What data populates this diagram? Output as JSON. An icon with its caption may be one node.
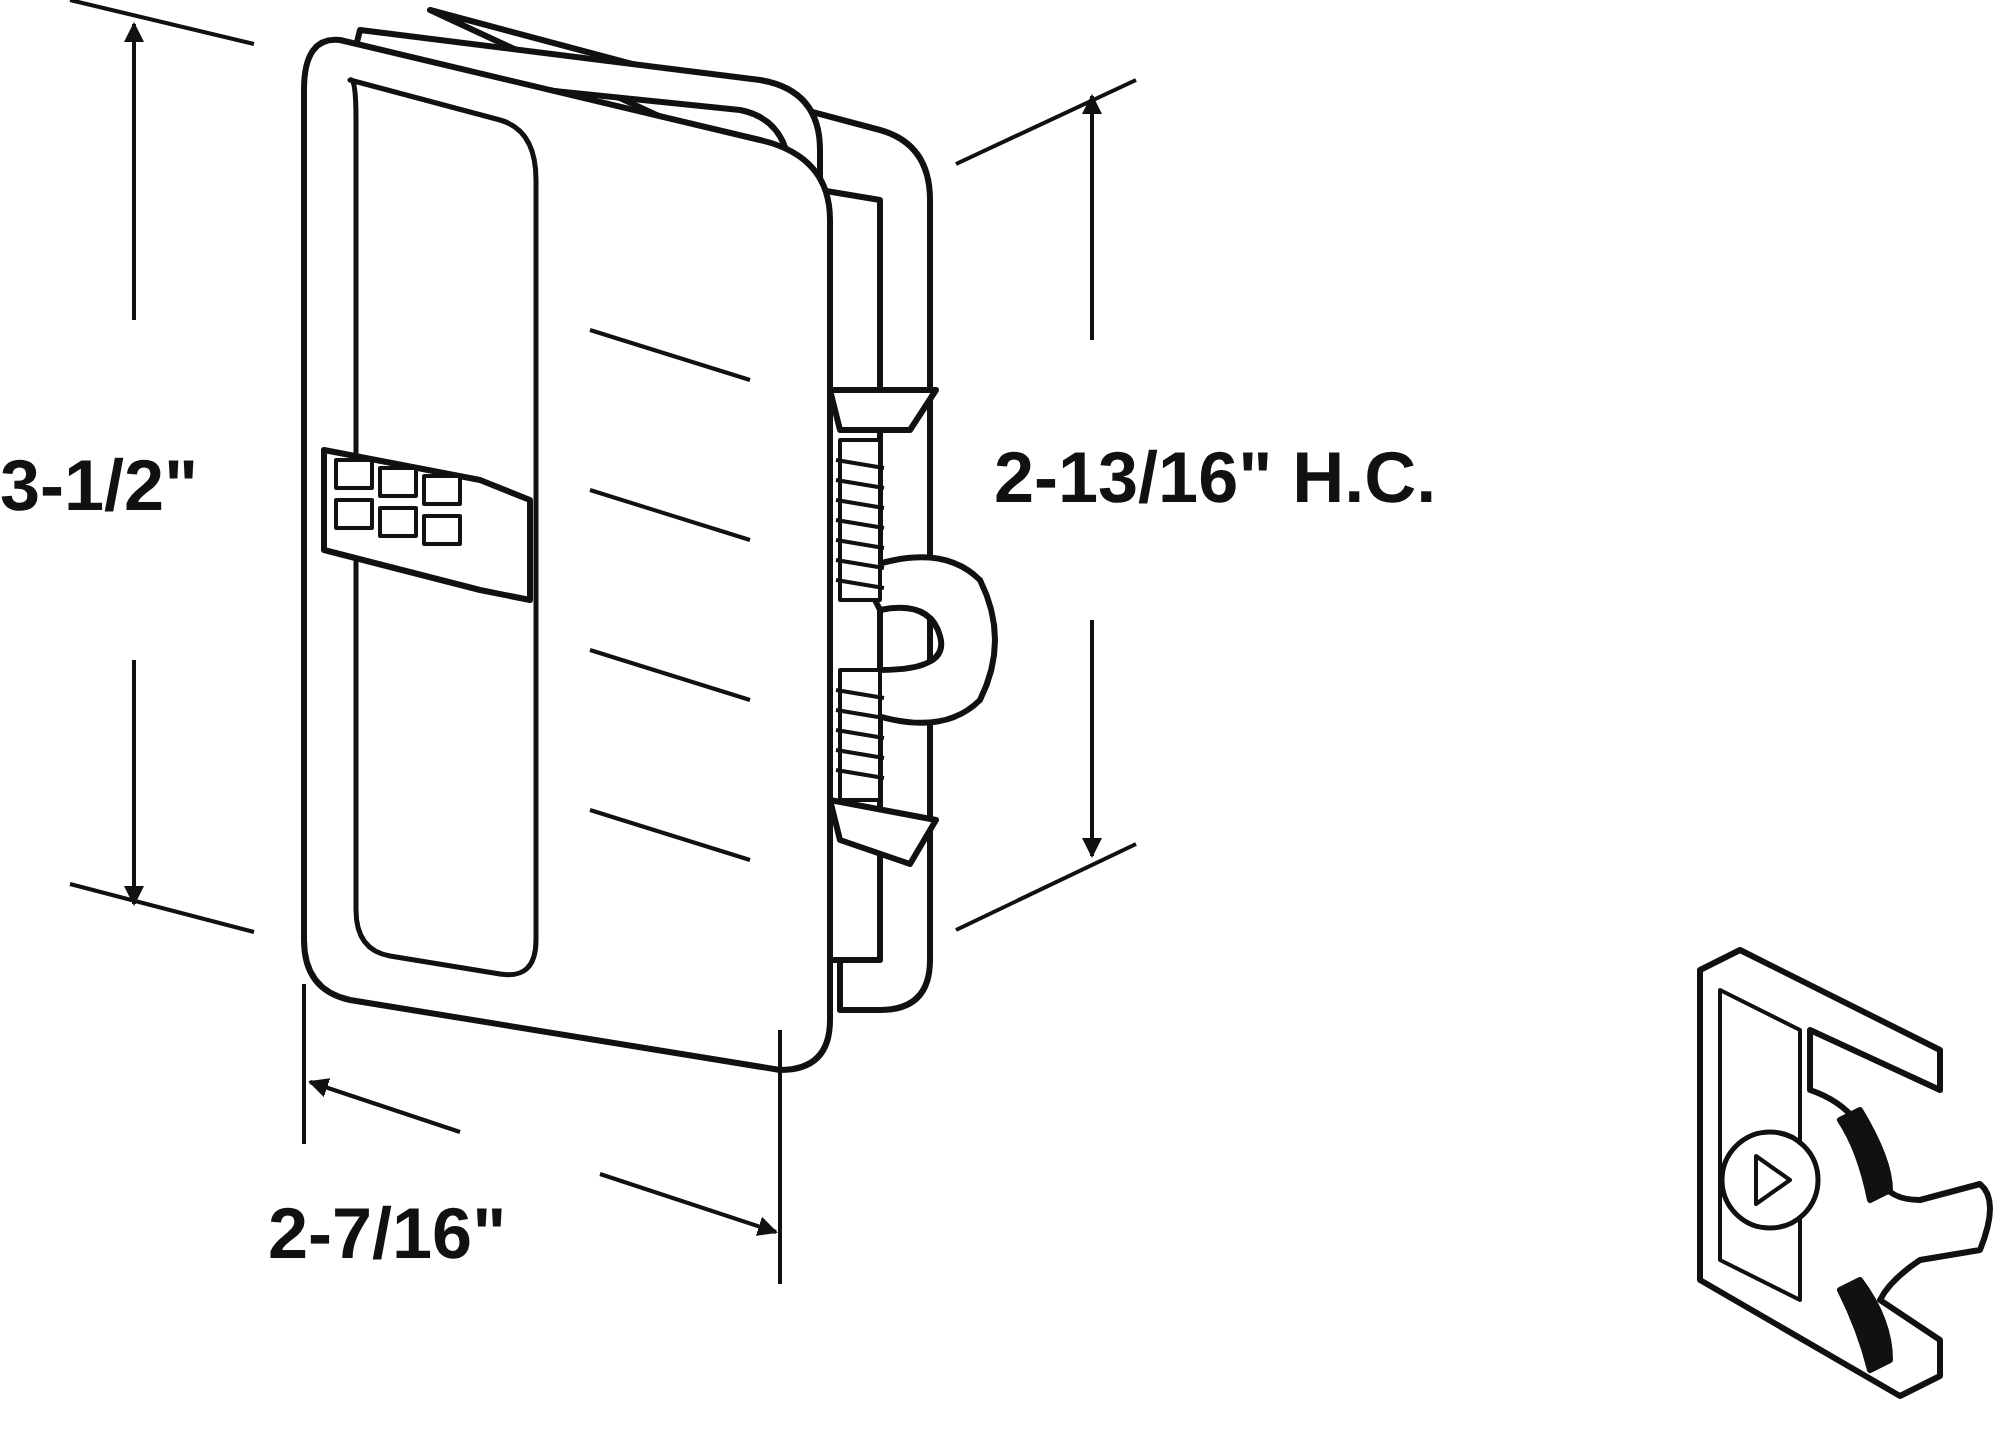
{
  "diagram": {
    "labels": [
      "3-1/2\"",
      "2-13/16\" H.C.",
      "2-7/16\""
    ]
  }
}
